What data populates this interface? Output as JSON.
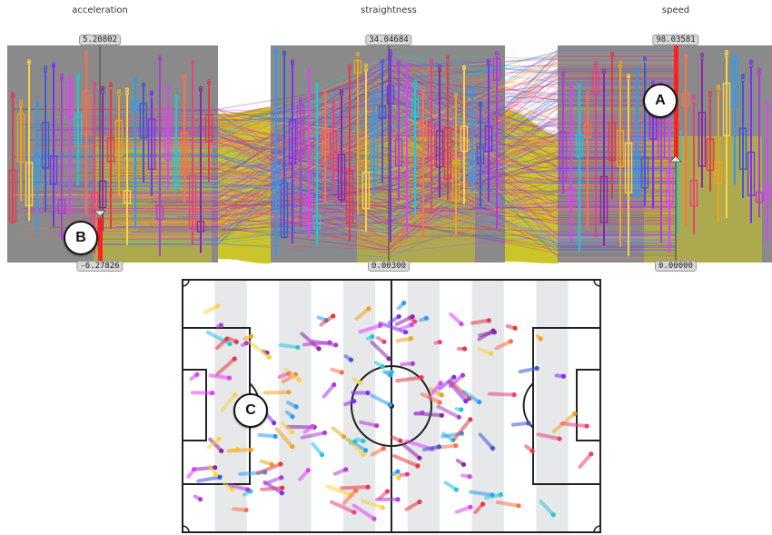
{
  "axes": [
    {
      "key": "acceleration",
      "title": "acceleration",
      "max_label": "5.20802",
      "min_label": "-6.27826"
    },
    {
      "key": "straightness",
      "title": "straightness",
      "max_label": "34.04684",
      "min_label": "0.00300"
    },
    {
      "key": "speed",
      "title": "speed",
      "max_label": "98.03581",
      "min_label": "0.00000"
    }
  ],
  "callouts": {
    "a": "A",
    "b": "B",
    "c": "C"
  },
  "colors": {
    "panel": "#8a8a8a",
    "band": "#c8c21e",
    "series": [
      "#e63946",
      "#f4a21b",
      "#ffd23f",
      "#2a9df4",
      "#3a5bd9",
      "#7b2ff7",
      "#b23ad6",
      "#e040fb",
      "#26c6da",
      "#ff7043",
      "#ec407a",
      "#8e24aa"
    ],
    "selection": "#ff2020",
    "pitch_stripe": "#e6e8ea"
  }
}
